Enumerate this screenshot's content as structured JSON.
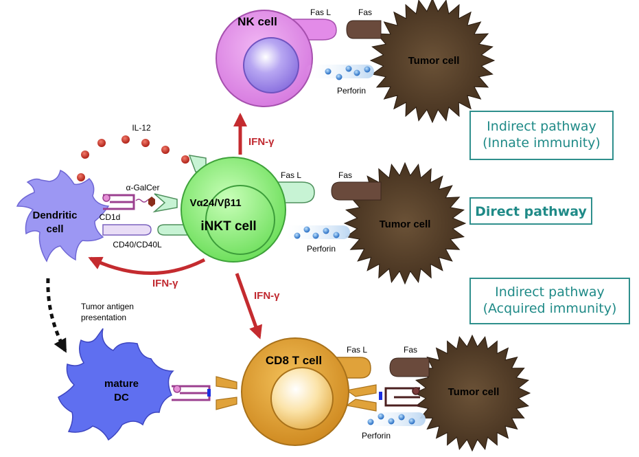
{
  "cells": {
    "nk": "NK cell",
    "inkt": "iNKT cell",
    "receptor": "Vα24/Vβ11",
    "dendritic_line1": "Dendritic",
    "dendritic_line2": "cell",
    "mature_line1": "mature",
    "mature_line2": "DC",
    "cd8": "CD8 T cell",
    "tumor": "Tumor cell"
  },
  "molecules": {
    "fasl": "Fas L",
    "fas": "Fas",
    "perforin": "Perforin",
    "il12": "IL-12",
    "galcer": "α-GalCer",
    "cd1d": "CD1d",
    "cd40": "CD40/CD40L",
    "ifn": "IFN-γ",
    "antigen_line1": "Tumor antigen",
    "antigen_line2": "presentation"
  },
  "pathways": {
    "innate_line1": "Indirect pathway",
    "innate_line2": "(Innate immunity)",
    "direct": "Direct pathway",
    "acquired_line1": "Indirect pathway",
    "acquired_line2": "(Acquired immunity)"
  },
  "colors": {
    "nk": "#e38be8",
    "nk_nucleus": "#a98be8",
    "inkt": "#8cf07a",
    "dendritic": "#9c97f3",
    "mature_dc": "#5f6ff0",
    "cd8": "#e0a23a",
    "tumor": "#4a3522",
    "arrow": "#c42b2f",
    "pathway": "#2e8f8c"
  }
}
